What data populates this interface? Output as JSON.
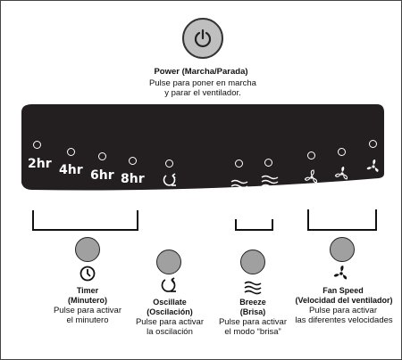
{
  "power": {
    "title": "Power (Marcha/Parada)",
    "description": "Pulse para poner en marcha\ny parar el ventilador."
  },
  "panel": {
    "timer_labels": [
      "2hr",
      "4hr",
      "6hr",
      "8hr"
    ]
  },
  "controls": {
    "timer": {
      "title": "Timer",
      "subtitle": "(Minutero)",
      "desc1": "Pulse para activar",
      "desc2": "el minutero"
    },
    "oscillate": {
      "title": "Oscillate",
      "subtitle": "(Oscilación)",
      "desc1": "Pulse para activar",
      "desc2": "la oscilación"
    },
    "breeze": {
      "title": "Breeze",
      "subtitle": "(Brisa)",
      "desc1": "Pulse para activar",
      "desc2": "el modo “brisa”"
    },
    "fan_speed": {
      "title": "Fan Speed",
      "subtitle": "(Velocidad del ventilador)",
      "desc1": "Pulse para activar",
      "desc2": "las diferentes velocidades"
    }
  },
  "colors": {
    "panel": "#231f20",
    "button": "#a0a0a0",
    "power_button": "#bfbfbf"
  },
  "icons": [
    "power-icon",
    "clock-icon",
    "oscillate-icon",
    "breeze-icon",
    "fan-icon"
  ]
}
